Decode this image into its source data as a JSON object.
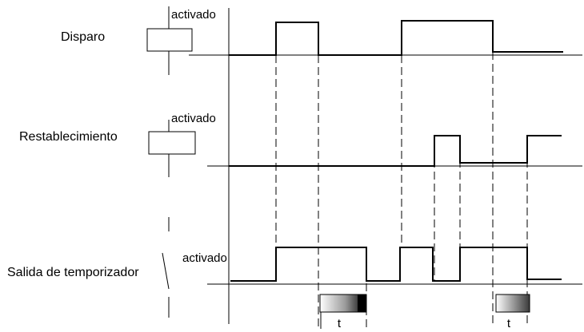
{
  "signals": [
    {
      "label": "Disparo",
      "state_label": "activado"
    },
    {
      "label": "Restablecimiento",
      "state_label": "activado"
    },
    {
      "label": "Salida de temporizador",
      "state_label": "activado"
    }
  ],
  "timer_label_1": "t",
  "timer_label_2": "t"
}
